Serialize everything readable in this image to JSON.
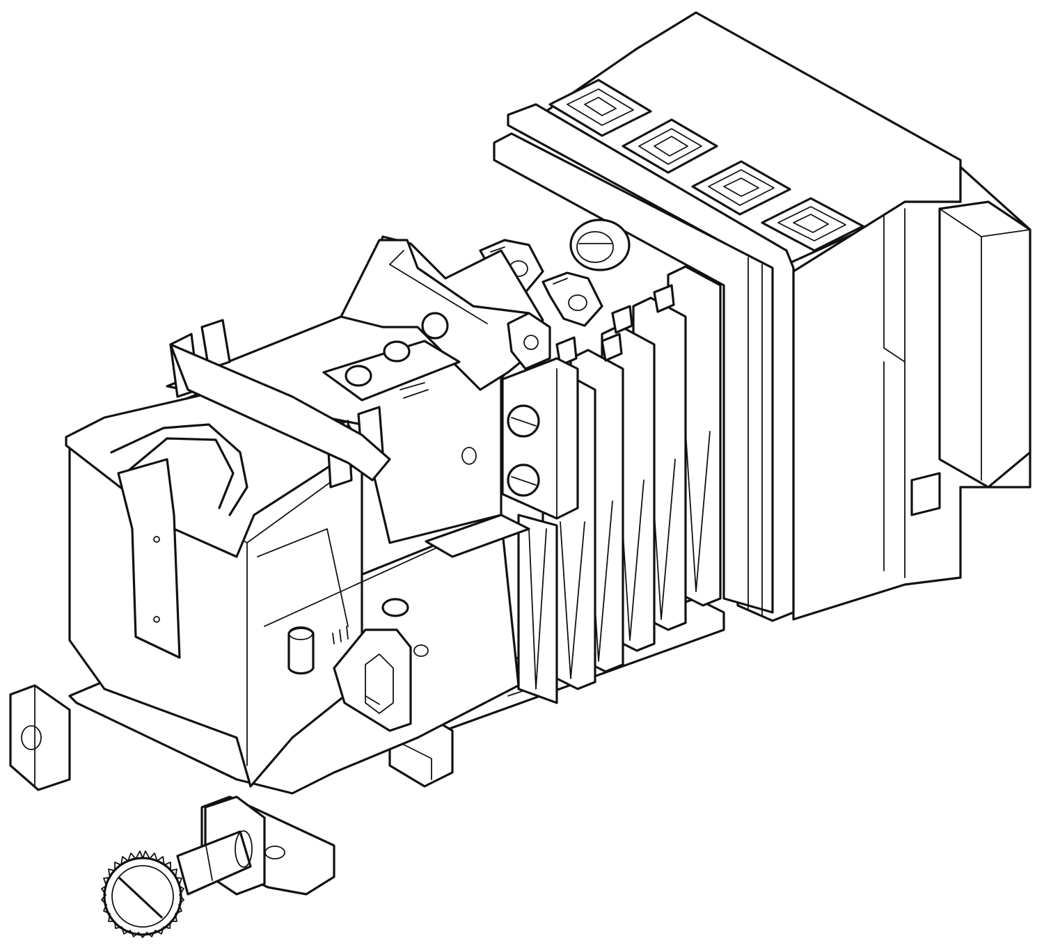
{
  "figure": {
    "kind": "line-art technical illustration",
    "colors": {
      "background": "#ffffff",
      "ink": "#111111"
    },
    "parts": [
      "breaker-body",
      "terminal-block-tops",
      "side-mounting-bracket",
      "auxiliary-contact-stack",
      "tripping-mechanism-frame",
      "operating-shaft-with-knurled-knob",
      "mounting-rail-clip"
    ]
  }
}
